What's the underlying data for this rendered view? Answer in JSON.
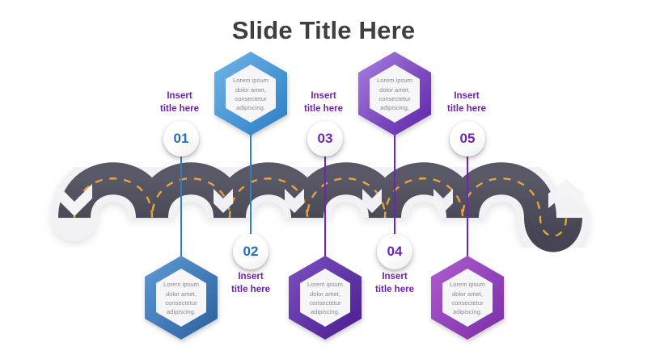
{
  "header": {
    "title": "Slide Title Here"
  },
  "palette": {
    "road_fill": "#4f4f5c",
    "road_edge": "#f0f0f3",
    "road_dash": "#e8a33d",
    "accent_blue": "#2f7ec4",
    "accent_purple": "#7023b8",
    "label_purple": "#6d23a6",
    "title_gray": "#3f3f42",
    "body_gray": "#8a8a90"
  },
  "steps": [
    {
      "number": "01",
      "number_color": "blue",
      "title": "Insert\ntitle here",
      "title_line1": "Insert",
      "title_line2": "title here",
      "body": "Lorem ipsum dolor amet, consectetur adipiscing.",
      "position": "above-road",
      "hex_position": "below",
      "hex_color_start": "#5f9bd5",
      "hex_color_end": "#2a5f9e",
      "stem_color": "blue"
    },
    {
      "number": "02",
      "number_color": "blue",
      "title": "Insert\ntitle here",
      "title_line1": "Insert",
      "title_line2": "title here",
      "body": "Lorem ipsum dolor amet, consectetur adipiscing.",
      "position": "below-road",
      "hex_position": "above",
      "hex_color_start": "#6fb6e8",
      "hex_color_end": "#2b7dc4",
      "stem_color": "blue"
    },
    {
      "number": "03",
      "number_color": "purple",
      "title": "Insert\ntitle here",
      "title_line1": "Insert",
      "title_line2": "title here",
      "body": "Lorem ipsum dolor amet, consectetur adipiscing.",
      "position": "above-road",
      "hex_position": "below",
      "hex_color_start": "#7b51c0",
      "hex_color_end": "#4a1d8f",
      "stem_color": "purple"
    },
    {
      "number": "04",
      "number_color": "purple",
      "title": "Insert\ntitle here",
      "title_line1": "Insert",
      "title_line2": "title here",
      "body": "Lorem ipsum dolor amet, consectetur adipiscing.",
      "position": "below-road",
      "hex_position": "above",
      "hex_color_start": "#a77fe0",
      "hex_color_end": "#5b23a8",
      "stem_color": "purple"
    },
    {
      "number": "05",
      "number_color": "purple",
      "title": "Insert\ntitle here",
      "title_line1": "Insert",
      "title_line2": "title here",
      "body": "Lorem ipsum dolor amet, consectetur adipiscing.",
      "position": "above-road",
      "hex_position": "below",
      "hex_color_start": "#b05ed0",
      "hex_color_end": "#7a2ba8",
      "stem_color": "purple"
    }
  ],
  "graphic": {
    "road_label": "winding-road-path",
    "dash_label": "road-center-dashes"
  }
}
